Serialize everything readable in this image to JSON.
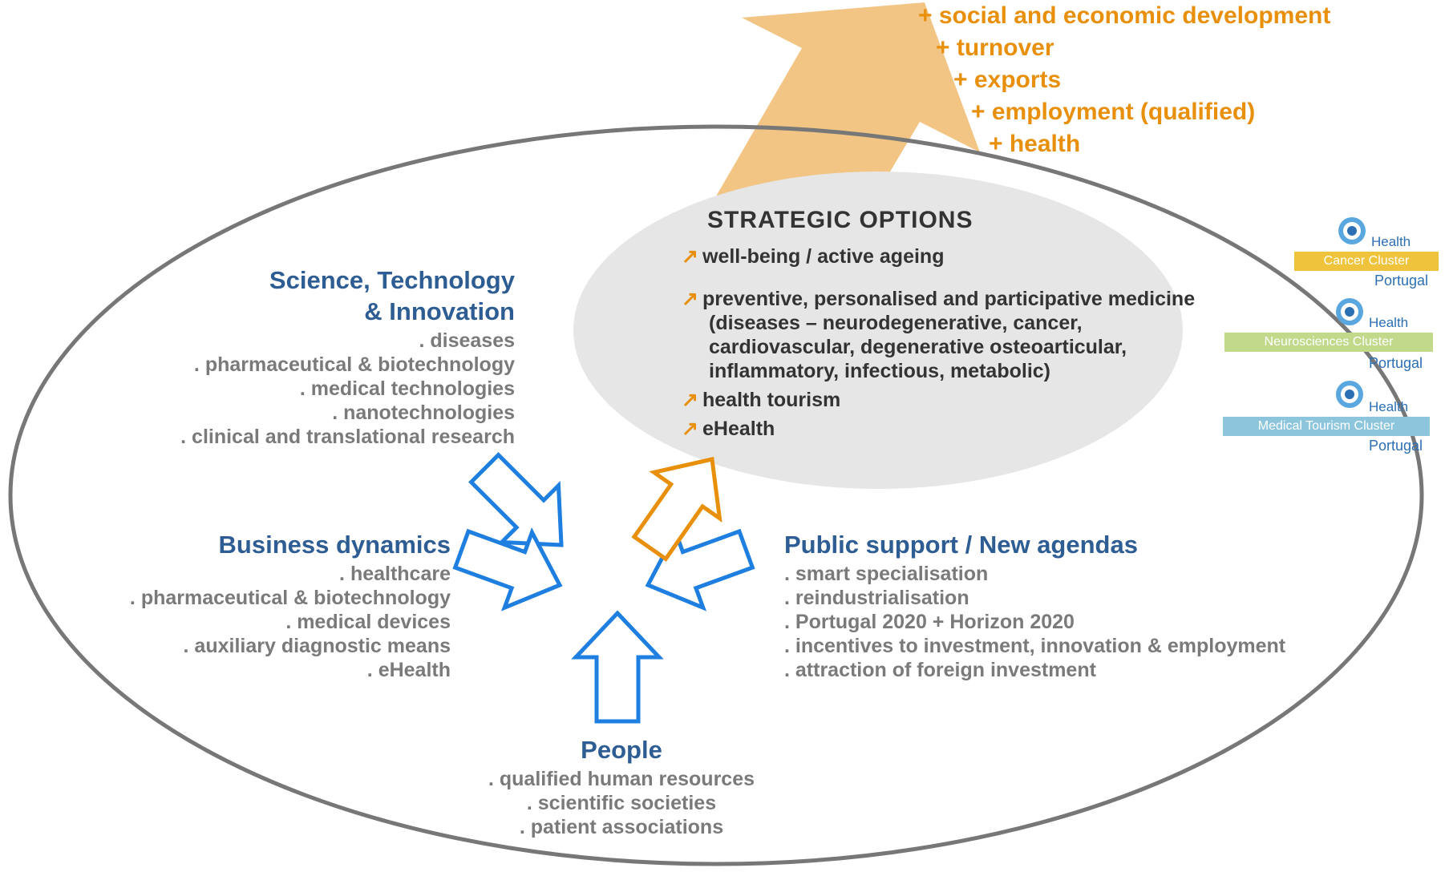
{
  "colors": {
    "heading": "#2e5d94",
    "item": "#7a7a7a",
    "outcome": "#e8900c",
    "arrow_blue": "#1e7fe0",
    "arrow_orange": "#e8900c",
    "big_arrow": "#f2c584",
    "ellipse_stroke": "#777777",
    "strategic_fill": "#e6e6e6"
  },
  "outcomes": [
    "+ social and economic development",
    "+ turnover",
    "+ exports",
    "+ employment (qualified)",
    "+ health"
  ],
  "strategic": {
    "title": "STRATEGIC OPTIONS",
    "marker": "arrow-up-right-icon",
    "options": [
      {
        "lines": [
          "well-being / active ageing"
        ]
      },
      {
        "lines": [
          "preventive, personalised and participative medicine",
          "(diseases – neurodegenerative, cancer,",
          "cardiovascular, degenerative osteoarticular,",
          "inflammatory, infectious, metabolic)"
        ]
      },
      {
        "lines": [
          "health tourism"
        ]
      },
      {
        "lines": [
          "eHealth"
        ]
      }
    ]
  },
  "sti": {
    "title_lines": [
      "Science, Technology",
      "& Innovation"
    ],
    "items": [
      ". diseases",
      ". pharmaceutical & biotechnology",
      ". medical technologies",
      ". nanotechnologies",
      ". clinical and translational research"
    ]
  },
  "business": {
    "title": "Business dynamics",
    "items": [
      ". healthcare",
      ". pharmaceutical & biotechnology",
      ". medical devices",
      ". auxiliary diagnostic means",
      ". eHealth"
    ]
  },
  "public": {
    "title": "Public support / New agendas",
    "items": [
      ". smart specialisation",
      ". reindustrialisation",
      ". Portugal 2020 + Horizon 2020",
      ". incentives to investment, innovation & employment",
      ". attraction of foreign investment"
    ]
  },
  "people": {
    "title": "People",
    "items": [
      ". qualified human resources",
      ". scientific societies",
      ". patient associations"
    ]
  },
  "clusters": [
    {
      "health": "Health",
      "name": "Cancer Cluster",
      "country": "Portugal",
      "color": "#f0c33c"
    },
    {
      "health": "Health",
      "name": "Neurosciences Cluster",
      "country": "Portugal",
      "color": "#c2d98c"
    },
    {
      "health": "Health",
      "name": "Medical Tourism Cluster",
      "country": "Portugal",
      "color": "#8dc5dc"
    }
  ]
}
